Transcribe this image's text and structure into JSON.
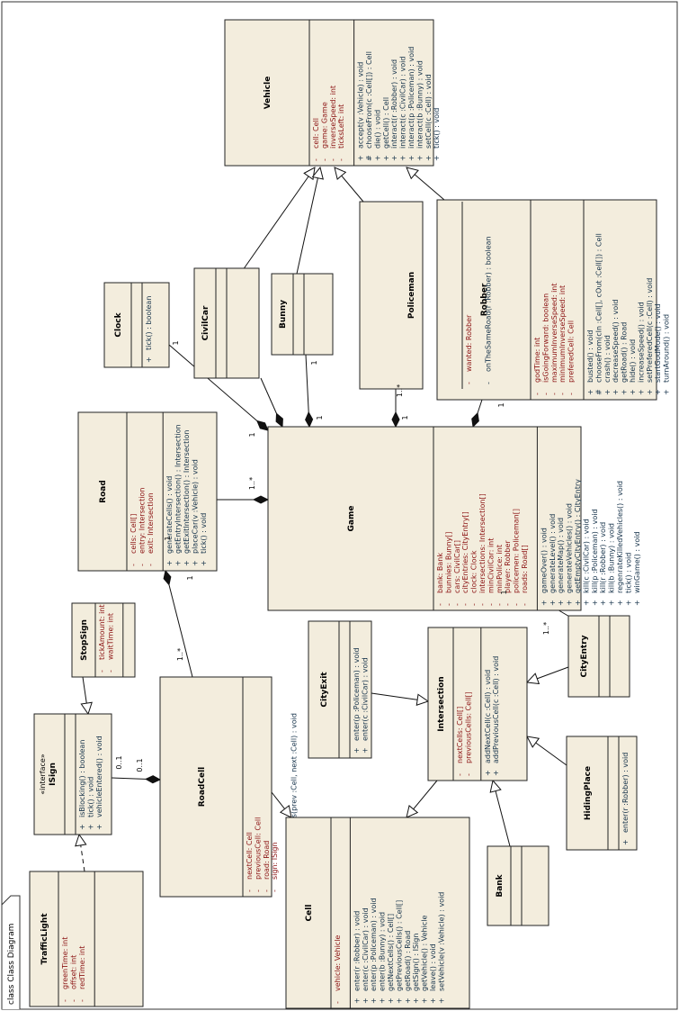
{
  "diagram_label": "class Class Diagram",
  "classes": [
    {
      "key": "vehicle",
      "name": "Vehicle",
      "attributes": [
        {
          "v": "-",
          "t": "cell:  Cell"
        },
        {
          "v": "-",
          "t": "game:  Game"
        },
        {
          "v": "-",
          "t": "inverseSpeed:  int"
        },
        {
          "v": "-",
          "t": "ticksLeft:  int"
        }
      ],
      "operations": [
        {
          "v": "+",
          "t": "accept(v :Vehicle) : void"
        },
        {
          "v": "#",
          "t": "chooseFrom(c :Cell[]) : Cell"
        },
        {
          "v": "+",
          "t": "die() : void"
        },
        {
          "v": "+",
          "t": "getCell() : Cell"
        },
        {
          "v": "+",
          "t": "interact(r :Robber) : void"
        },
        {
          "v": "+",
          "t": "interact(c :CivilCar) : void"
        },
        {
          "v": "+",
          "t": "interact(p :Policeman) : void"
        },
        {
          "v": "+",
          "t": "interact(b :Bunny) : void"
        },
        {
          "v": "+",
          "t": "setCell(c :Cell) : void"
        },
        {
          "v": "+",
          "t": "tick() : void"
        }
      ]
    },
    {
      "key": "robber",
      "name": "Robber",
      "attributes": [
        {
          "v": "-",
          "t": "godTime:  int"
        },
        {
          "v": "-",
          "t": "isGoingForward:  boolean"
        },
        {
          "v": "-",
          "t": "maximumInverseSpeed:  int"
        },
        {
          "v": "-",
          "t": "minimumInverseSpeed:  int"
        },
        {
          "v": "-",
          "t": "preferedCell:  Cell"
        }
      ],
      "operations": [
        {
          "v": "+",
          "t": "busted() : void"
        },
        {
          "v": "#",
          "t": "chooseFrom(cIn :Cell[], cOut :Cell[]) : Cell"
        },
        {
          "v": "+",
          "t": "crash() : void"
        },
        {
          "v": "+",
          "t": "decreaseSpeed() : void"
        },
        {
          "v": "+",
          "t": "getRoad() : Road"
        },
        {
          "v": "+",
          "t": "hide() : void"
        },
        {
          "v": "+",
          "t": "increaseSpeed() : void"
        },
        {
          "v": "+",
          "t": "setPreferedCell(c :Cell) : void"
        },
        {
          "v": "+",
          "t": "startGodMode() : void"
        },
        {
          "v": "+",
          "t": "turnAround() : void"
        }
      ]
    },
    {
      "key": "policeman",
      "name": "Policeman",
      "attributes": [
        {
          "v": "-",
          "t": "wanted:  Robber"
        }
      ],
      "operations": [
        {
          "v": "-",
          "t": "onTheSameRoad(r :Robber) : boolean"
        }
      ]
    },
    {
      "key": "bunny",
      "name": "Bunny",
      "attributes": [],
      "operations": []
    },
    {
      "key": "civilcar",
      "name": "CivilCar",
      "attributes": [],
      "operations": []
    },
    {
      "key": "clock",
      "name": "Clock",
      "attributes": [],
      "operations": [
        {
          "v": "+",
          "t": "tick() : boolean"
        }
      ]
    },
    {
      "key": "road",
      "name": "Road",
      "attributes": [
        {
          "v": "-",
          "t": "cells:  Cell[]"
        },
        {
          "v": "-",
          "t": "entry:  Intersection"
        },
        {
          "v": "-",
          "t": "exit:  Intersection"
        }
      ],
      "operations": [
        {
          "v": "+",
          "t": "generateCells() : void"
        },
        {
          "v": "+",
          "t": "getEntryIntersection() : Intersection"
        },
        {
          "v": "+",
          "t": "getExitIntersection() : Intersection"
        },
        {
          "v": "+",
          "t": "placeCar(v :Vehicle) : void"
        },
        {
          "v": "+",
          "t": "tick() : void"
        }
      ]
    },
    {
      "key": "game",
      "name": "Game",
      "attributes": [
        {
          "v": "-",
          "t": "bank:  Bank"
        },
        {
          "v": "-",
          "t": "bunnies:  Bunny[]"
        },
        {
          "v": "-",
          "t": "cars:  CivilCar[]"
        },
        {
          "v": "-",
          "t": "cityEntries:  CityEntry[]"
        },
        {
          "v": "-",
          "t": "clock:  Clock"
        },
        {
          "v": "-",
          "t": "intersections:  Intersection[]"
        },
        {
          "v": "-",
          "t": "minCivilCar:  int"
        },
        {
          "v": "-",
          "t": "minPolice:  int"
        },
        {
          "v": "-",
          "t": "player:  Robber"
        },
        {
          "v": "-",
          "t": "policemen:  Policeman[]"
        },
        {
          "v": "-",
          "t": "roads:  Road[]"
        }
      ],
      "operations": [
        {
          "v": "+",
          "t": "gameOver() : void"
        },
        {
          "v": "+",
          "t": "generateLevel() : void"
        },
        {
          "v": "+",
          "t": "generateMap() : void"
        },
        {
          "v": "+",
          "t": "generateVehicles() : void"
        },
        {
          "v": "+",
          "t": "getEmptyCityEntry() : CityEntry"
        },
        {
          "v": "+",
          "t": "kill(c :CivilCar) : void"
        },
        {
          "v": "+",
          "t": "kill(p :Policeman) : void"
        },
        {
          "v": "+",
          "t": "kill(r :Robber) : void"
        },
        {
          "v": "+",
          "t": "kill(b :Bunny) : void"
        },
        {
          "v": "+",
          "t": "regenrateKilledVehicles() : void"
        },
        {
          "v": "+",
          "t": "tick() : void"
        },
        {
          "v": "+",
          "t": "winGame() : void"
        }
      ]
    },
    {
      "key": "stopsign",
      "name": "StopSign",
      "attributes": [
        {
          "v": "-",
          "t": "tickAmount:  int"
        },
        {
          "v": "-",
          "t": "waitTime:  int"
        }
      ],
      "operations": []
    },
    {
      "key": "isign",
      "stereotype": "«interface»",
      "name": "ISign",
      "attributes": [],
      "operations": [
        {
          "v": "+",
          "t": "isBlocking() : boolean"
        },
        {
          "v": "+",
          "t": "tick() : void"
        },
        {
          "v": "+",
          "t": "vehicleEntered() : void"
        }
      ]
    },
    {
      "key": "roadcell",
      "name": "RoadCell",
      "attributes": [
        {
          "v": "-",
          "t": "nextCell:  Cell"
        },
        {
          "v": "-",
          "t": "previousCell:  Cell"
        },
        {
          "v": "-",
          "t": "road:  Road"
        },
        {
          "v": "-",
          "t": "sign:  ISign"
        }
      ],
      "operations": [
        {
          "v": "+",
          "t": "setNeighbourCells(prev :Cell, next :Cell) : void"
        }
      ]
    },
    {
      "key": "trafficlight",
      "name": "TrafficLight",
      "attributes": [
        {
          "v": "-",
          "t": "greenTime:  int"
        },
        {
          "v": "-",
          "t": "offset:  int"
        },
        {
          "v": "-",
          "t": "redTime:  int"
        }
      ],
      "operations": []
    },
    {
      "key": "cell",
      "name": "Cell",
      "attributes": [
        {
          "v": "-",
          "t": "vehicle:  Vehicle"
        }
      ],
      "operations": [
        {
          "v": "+",
          "t": "enter(r :Robber) : void"
        },
        {
          "v": "+",
          "t": "enter(c :CivilCar) : void"
        },
        {
          "v": "+",
          "t": "enter(p :Policeman) : void"
        },
        {
          "v": "+",
          "t": "enter(b :Bunny) : void"
        },
        {
          "v": "+",
          "t": "getNextCells() : Cell[]"
        },
        {
          "v": "+",
          "t": "getPreviousCells() : Cell[]"
        },
        {
          "v": "+",
          "t": "getRoad() : Road"
        },
        {
          "v": "+",
          "t": "getSign() : ISign"
        },
        {
          "v": "+",
          "t": "getVehicle() : Vehicle"
        },
        {
          "v": "+",
          "t": "leave() : void"
        },
        {
          "v": "+",
          "t": "setVehicle(v :Vehicle) : void"
        }
      ]
    },
    {
      "key": "cityexit",
      "name": "CityExit",
      "attributes": [],
      "operations": [
        {
          "v": "+",
          "t": "enter(p :Policeman) : void"
        },
        {
          "v": "+",
          "t": "enter(c :CivilCar) : void"
        }
      ]
    },
    {
      "key": "intersection",
      "name": "Intersection",
      "attributes": [
        {
          "v": "-",
          "t": "nextCells:  Cell[]"
        },
        {
          "v": "-",
          "t": "previousCells:  Cell[]"
        }
      ],
      "operations": [
        {
          "v": "+",
          "t": "addNextCell(c :Cell) : void"
        },
        {
          "v": "+",
          "t": "addPreviousCell(c :Cell) : void"
        }
      ]
    },
    {
      "key": "cityentry",
      "name": "CityEntry",
      "attributes": [],
      "operations": []
    },
    {
      "key": "hidingplace",
      "name": "HidingPlace",
      "attributes": [],
      "operations": [
        {
          "v": "+",
          "t": "enter(r :Robber) : void"
        }
      ]
    },
    {
      "key": "bank",
      "name": "Bank",
      "attributes": [],
      "operations": []
    }
  ],
  "multiplicities": [
    "1",
    "1",
    "1",
    "1",
    "1..*",
    "1",
    "1",
    "1..*",
    "1",
    "1..*",
    "1",
    "1",
    "1..*",
    "0..1",
    "0..1"
  ]
}
